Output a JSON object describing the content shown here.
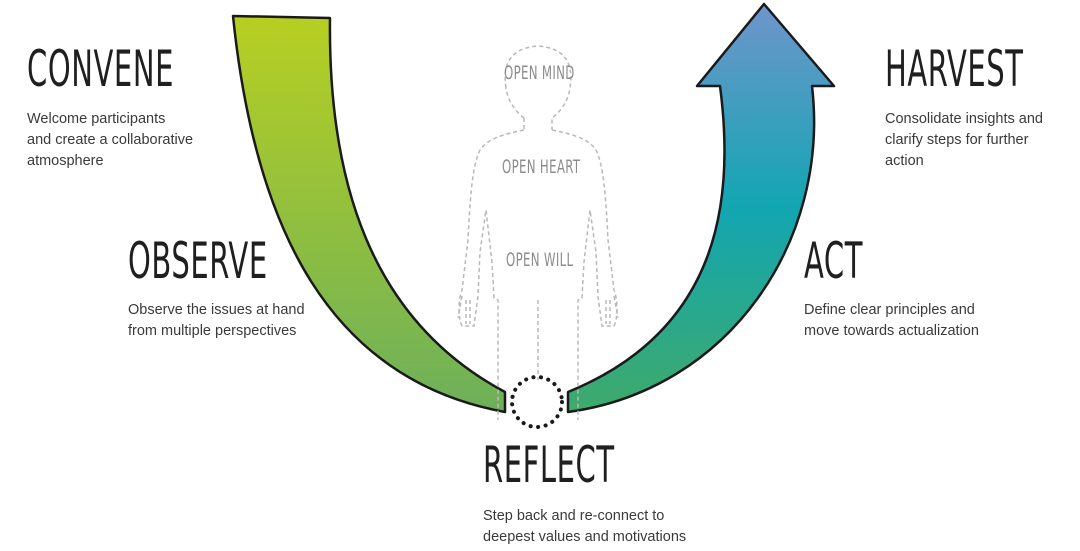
{
  "stages": {
    "convene": {
      "title": "CONVENE",
      "description": [
        "Welcome participants",
        "and create a collaborative",
        "atmosphere"
      ]
    },
    "observe": {
      "title": "OBSERVE",
      "description": [
        "Observe the issues at hand",
        "from multiple perspectives"
      ]
    },
    "reflect": {
      "title": "REFLECT",
      "description": [
        "Step back and re-connect to",
        "deepest values and motivations"
      ]
    },
    "act": {
      "title": "ACT",
      "description": [
        "Define clear principles and",
        "move towards actualization"
      ]
    },
    "harvest": {
      "title": "HARVEST",
      "description": [
        "Consolidate insights and",
        "clarify steps for further",
        "action"
      ]
    }
  },
  "figure": {
    "open_mind": "OPEN MIND",
    "open_heart": "OPEN HEART",
    "open_will": "OPEN WILL"
  },
  "colors": {
    "left_top": "#b7cf22",
    "left_bottom": "#6db05a",
    "right_bottom": "#3faa6a",
    "right_mid": "#12a6b2",
    "right_top": "#6f95cc",
    "outline": "#1a1a1a",
    "figure_outline": "#b8b8b8"
  }
}
